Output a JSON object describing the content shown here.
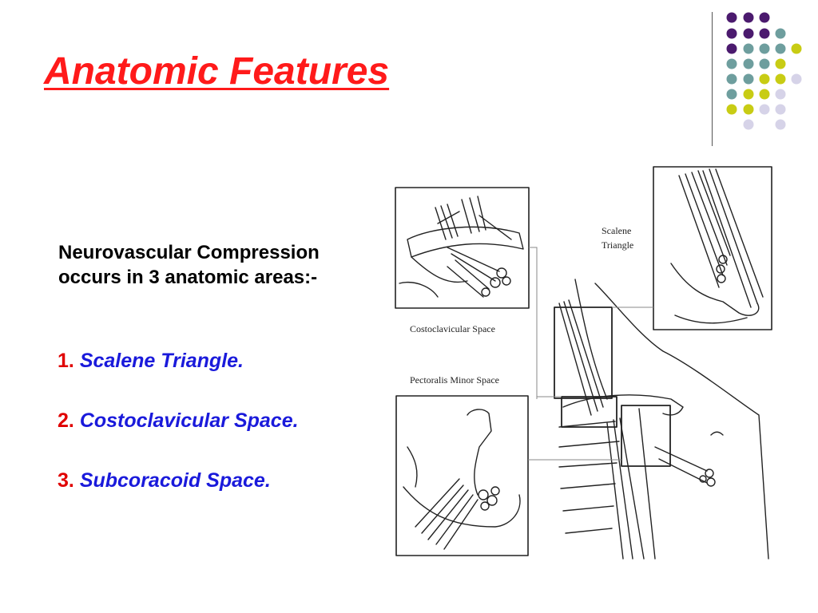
{
  "slide": {
    "title": "Anatomic Features",
    "intro_line1": "Neurovascular Compression",
    "intro_line2": "occurs in 3 anatomic areas:-",
    "areas": [
      {
        "number": "1.",
        "label": "Scalene Triangle."
      },
      {
        "number": "2.",
        "label": "Costoclavicular Space."
      },
      {
        "number": "3.",
        "label": "Subcoracoid Space."
      }
    ]
  },
  "figure": {
    "labels": {
      "scalene_line1": "Scalene",
      "scalene_line2": "Triangle",
      "costoclavicular": "Costoclavicular Space",
      "pectoralis": "Pectoralis Minor Space"
    }
  },
  "colors": {
    "title": "#ff1a1a",
    "number": "#e00000",
    "area_text": "#1a1adb",
    "dot_purple": "#4b1a6e",
    "dot_teal": "#6e9e9e",
    "dot_yellow": "#c8cc14",
    "dot_lavender": "#d6d3e8"
  }
}
